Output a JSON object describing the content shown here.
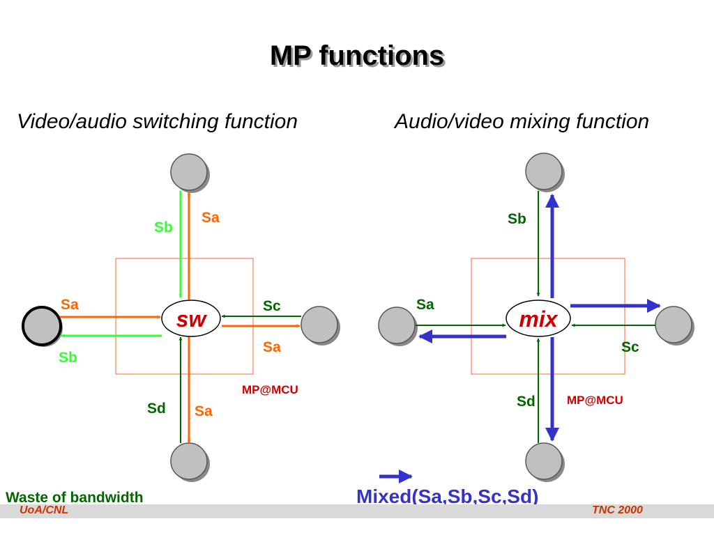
{
  "title": "MP functions",
  "left": {
    "heading": "Video/audio switching function",
    "center_label": "sw",
    "labels": {
      "top_green": "Sb",
      "top_orange": "Sa",
      "left_top": "Sa",
      "left_bottom": "Sb",
      "right_top": "Sc",
      "right_bottom": "Sa",
      "bottom_green": "Sd",
      "bottom_orange": "Sa"
    },
    "box_label": "MP@MCU",
    "note": "Waste of bandwidth"
  },
  "right": {
    "heading": "Audio/video mixing function",
    "center_label": "mix",
    "labels": {
      "top": "Sb",
      "left": "Sa",
      "right": "Sc",
      "bottom": "Sd"
    },
    "box_label": "MP@MCU",
    "legend": "Mixed(Sa,Sb,Sc,Sd)"
  },
  "footer": {
    "left": "UoA/CNL",
    "right": "TNC 2000"
  },
  "colors": {
    "green_bright": "#33ff33",
    "green_dark": "#006600",
    "orange": "#ff6600",
    "blue": "#3333cc",
    "red": "#cc0000",
    "box": "#ff6633",
    "node": "#c0c0c0"
  }
}
